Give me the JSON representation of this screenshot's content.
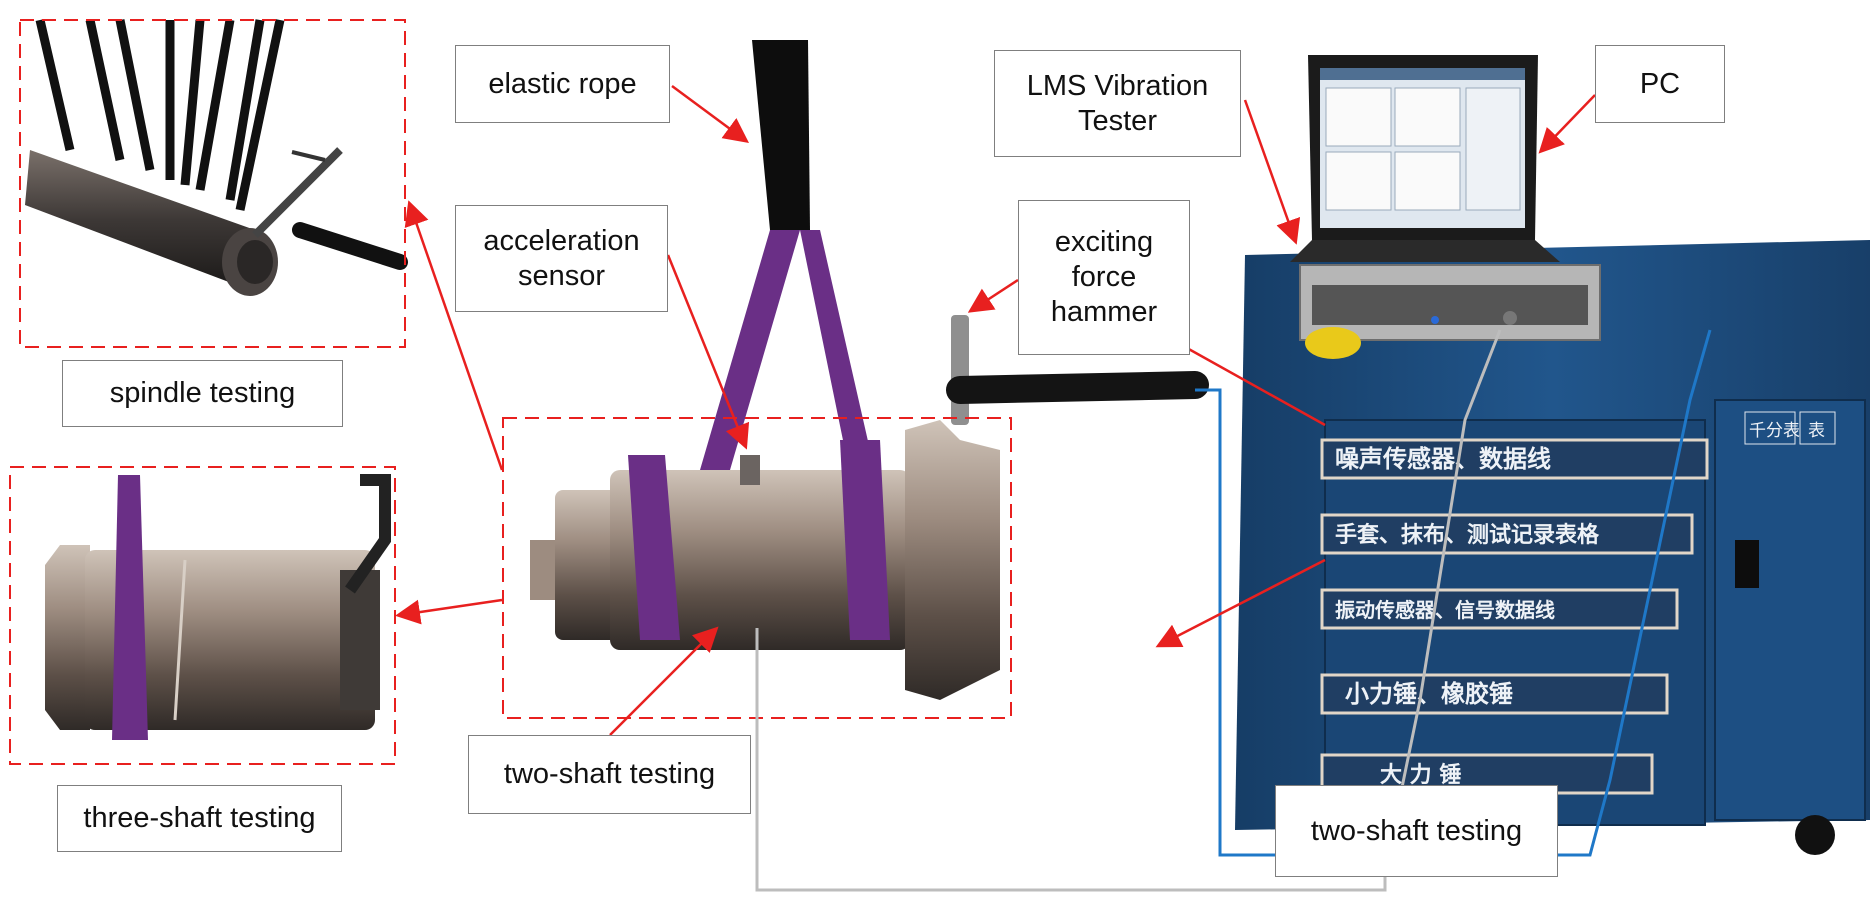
{
  "labels": {
    "spindle_testing": "spindle testing",
    "three_shaft_testing": "three-shaft testing",
    "elastic_rope": "elastic rope",
    "acceleration_sensor": "acceleration\nsensor",
    "two_shaft_testing_center": "two-shaft testing",
    "lms_vibration_tester": "LMS Vibration\nTester",
    "pc": "PC",
    "exciting_force_hammer": "exciting\nforce\nhammer",
    "two_shaft_testing_right": "two-shaft testing"
  },
  "drawer_labels": [
    "噪声传感器、数据线",
    "手套、抹布、测试记录表格",
    "振动传感器、信号数据线",
    "小力锤、橡胶锤",
    "大 力 锤"
  ],
  "cabinet_side_labels": [
    "千分表",
    "表"
  ],
  "colors": {
    "arrow": "#e8201f",
    "dashed_box": "#e8201f",
    "cable_blue": "#1f78c8",
    "cable_gray": "#bdbdbd",
    "cabinet": "#1d4c7f",
    "sling": "#6a2f86",
    "steel": "#8a7a70"
  }
}
